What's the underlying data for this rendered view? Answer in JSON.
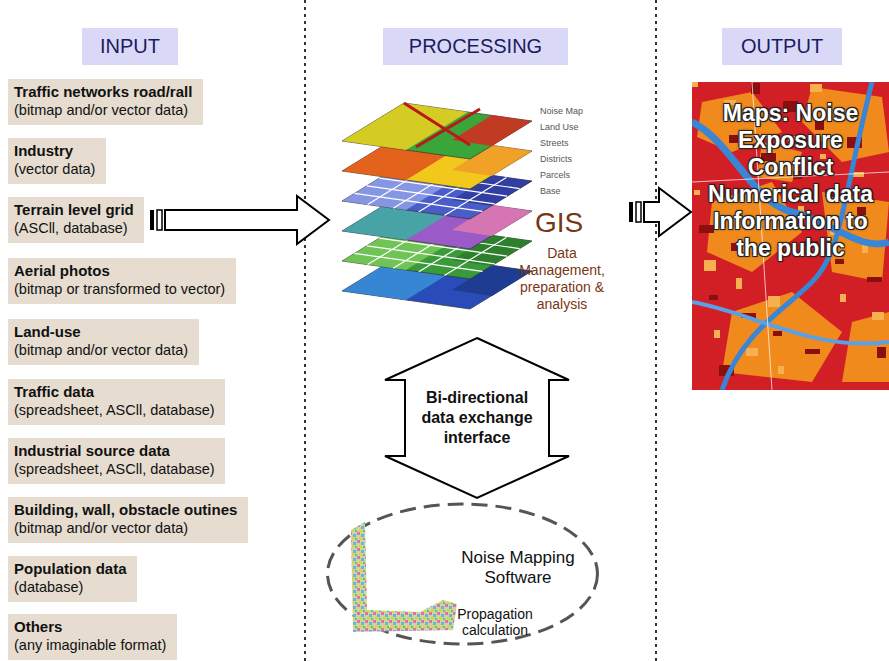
{
  "diagram": {
    "nodes": [
      {
        "text": [
          "INPUT"
        ]
      },
      {
        "text": [
          "PROCESSING"
        ]
      },
      {
        "text": [
          "OUTPUT"
        ]
      },
      {
        "text": [
          "Traffic networks road/rall",
          "(bitmap and/or vector data)"
        ]
      },
      {
        "text": [
          "Industry",
          "(vector data)"
        ]
      },
      {
        "text": [
          "Terrain level grid",
          "(ASCll, database)"
        ]
      },
      {
        "text": [
          "Aerial photos",
          "(bitmap or transformed to vector)"
        ]
      },
      {
        "text": [
          "Land-use",
          "(bitmap and/or vector data)"
        ]
      },
      {
        "text": [
          "Traffic data",
          "(spreadsheet, ASCll, database)"
        ]
      },
      {
        "text": [
          "Industrial source data",
          "(spreadsheet, ASCll, database)"
        ]
      },
      {
        "text": [
          "Building, wall, obstacle outines",
          "(bitmap and/or vector data)"
        ]
      },
      {
        "text": [
          "Population data",
          "(database)"
        ]
      },
      {
        "text": [
          "Others",
          "(any imaginable format)"
        ]
      },
      {
        "text": [
          "GIS",
          "Data Management, preparation & analysis"
        ]
      },
      {
        "text": [
          "Maps: Noise Exposure Conflict Numerical data Information to the public"
        ]
      },
      {
        "text": [
          "Noise Mapping Software",
          "Propagation calculation"
        ]
      }
    ],
    "edges": [
      {
        "from": 5,
        "to": 13,
        "arrow": "to"
      },
      {
        "from": 13,
        "to": 14,
        "arrow": "to"
      },
      {
        "from": 13,
        "to": 15,
        "label": "Bi-directional data exchange interface",
        "arrow": "both"
      }
    ],
    "labels": [
      "Noise Map",
      "Land Use",
      "Streets",
      "Districts",
      "Parcels",
      "Base"
    ]
  }
}
